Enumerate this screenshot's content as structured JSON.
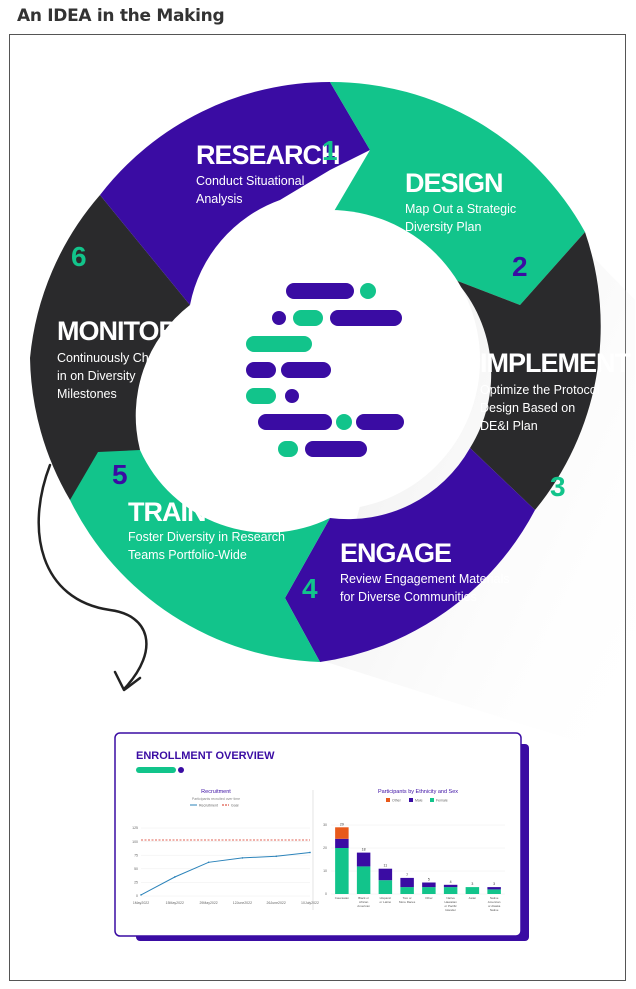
{
  "page_title": "An IDEA in the Making",
  "colors": {
    "purple": "#3a0ca3",
    "green": "#12c48b",
    "dark": "#2a2a2c",
    "white": "#ffffff"
  },
  "stages": [
    {
      "number": "1",
      "title": "RESEARCH",
      "desc_line1": "Conduct Situational",
      "desc_line2": "Analysis"
    },
    {
      "number": "2",
      "title": "DESIGN",
      "desc_line1": "Map Out a Strategic",
      "desc_line2": "Diversity Plan"
    },
    {
      "number": "3",
      "title": "IMPLEMENT",
      "desc_line1": "Optimize the Protocol",
      "desc_line2": "Design Based on",
      "desc_line3": "DE&I Plan"
    },
    {
      "number": "4",
      "title": "ENGAGE",
      "desc_line1": "Review Engagement Materials",
      "desc_line2": "for Diverse Communities"
    },
    {
      "number": "5",
      "title": "TRAIN",
      "desc_line1": "Foster Diversity in Research",
      "desc_line2": "Teams Portfolio-Wide"
    },
    {
      "number": "6",
      "title": "MONITOR",
      "desc_line1": "Continuously Check",
      "desc_line2": "in on Diversity",
      "desc_line3": "Milestones"
    }
  ],
  "dashboard": {
    "title": "ENROLLMENT OVERVIEW",
    "recruitment": {
      "title": "Recruitment",
      "subtitle": "Participants recruited over time",
      "legend_recruitment": "Recruitment",
      "legend_goal": "Goal",
      "y_ticks": [
        "125",
        "100",
        "75",
        "50",
        "25",
        "0"
      ],
      "x_ticks": [
        "1May2022",
        "15May2022",
        "29May2022",
        "12June2022",
        "26June2022",
        "10July2022"
      ]
    },
    "ethnicity": {
      "title": "Participants by Ethnicity and Sex",
      "legend_other": "Other",
      "legend_male": "Male",
      "legend_female": "Female",
      "y_ticks": [
        "30",
        "20",
        "10",
        "0"
      ]
    }
  },
  "chart_data": [
    {
      "type": "line",
      "title": "Recruitment",
      "subtitle": "Participants recruited over time",
      "x": [
        "1May2022",
        "15May2022",
        "29May2022",
        "12June2022",
        "26June2022",
        "10July2022"
      ],
      "series": [
        {
          "name": "Recruitment",
          "values": [
            2,
            35,
            62,
            70,
            73,
            80
          ]
        },
        {
          "name": "Goal",
          "values": [
            103,
            103,
            103,
            103,
            103,
            103
          ]
        }
      ],
      "ylim": [
        0,
        125
      ]
    },
    {
      "type": "bar",
      "title": "Participants by Ethnicity and Sex",
      "categories": [
        "Caucasian",
        "Black or African American",
        "Hispanic or Latino",
        "Two or More Races",
        "Other",
        "Native Hawaiian or Pacific Islander",
        "Asian",
        "Native American or Alaska Native"
      ],
      "totals": [
        29,
        18,
        11,
        7,
        5,
        4,
        3,
        3
      ],
      "series": [
        {
          "name": "Female",
          "values": [
            20,
            12,
            6,
            3,
            3,
            3,
            3,
            2
          ]
        },
        {
          "name": "Male",
          "values": [
            4,
            6,
            5,
            4,
            2,
            1,
            0,
            1
          ]
        },
        {
          "name": "Other",
          "values": [
            5,
            0,
            0,
            0,
            0,
            0,
            0,
            0
          ]
        }
      ],
      "ylim": [
        0,
        30
      ]
    }
  ]
}
